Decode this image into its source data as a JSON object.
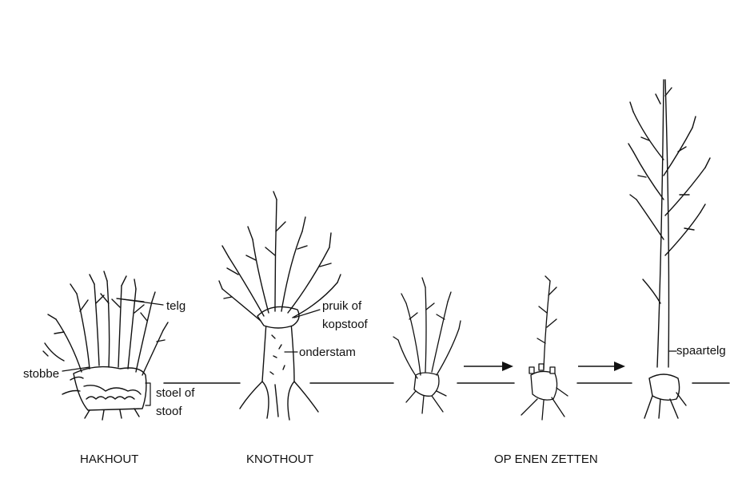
{
  "figures": {
    "hakhout": {
      "caption": "HAKHOUT",
      "labels": {
        "telg": "telg",
        "stobbe": "stobbe",
        "stoel_line1": "stoel of",
        "stoel_line2": "stoof"
      }
    },
    "knothout": {
      "caption": "KNOTHOUT",
      "labels": {
        "pruik_line1": "pruik of",
        "pruik_line2": "kopstoof",
        "onderstam": "onderstam"
      }
    },
    "op_enen_zetten": {
      "caption": "OP ENEN ZETTEN",
      "labels": {
        "spaartelg": "spaartelg"
      }
    }
  },
  "colors": {
    "ink": "#111111",
    "background": "#ffffff"
  }
}
